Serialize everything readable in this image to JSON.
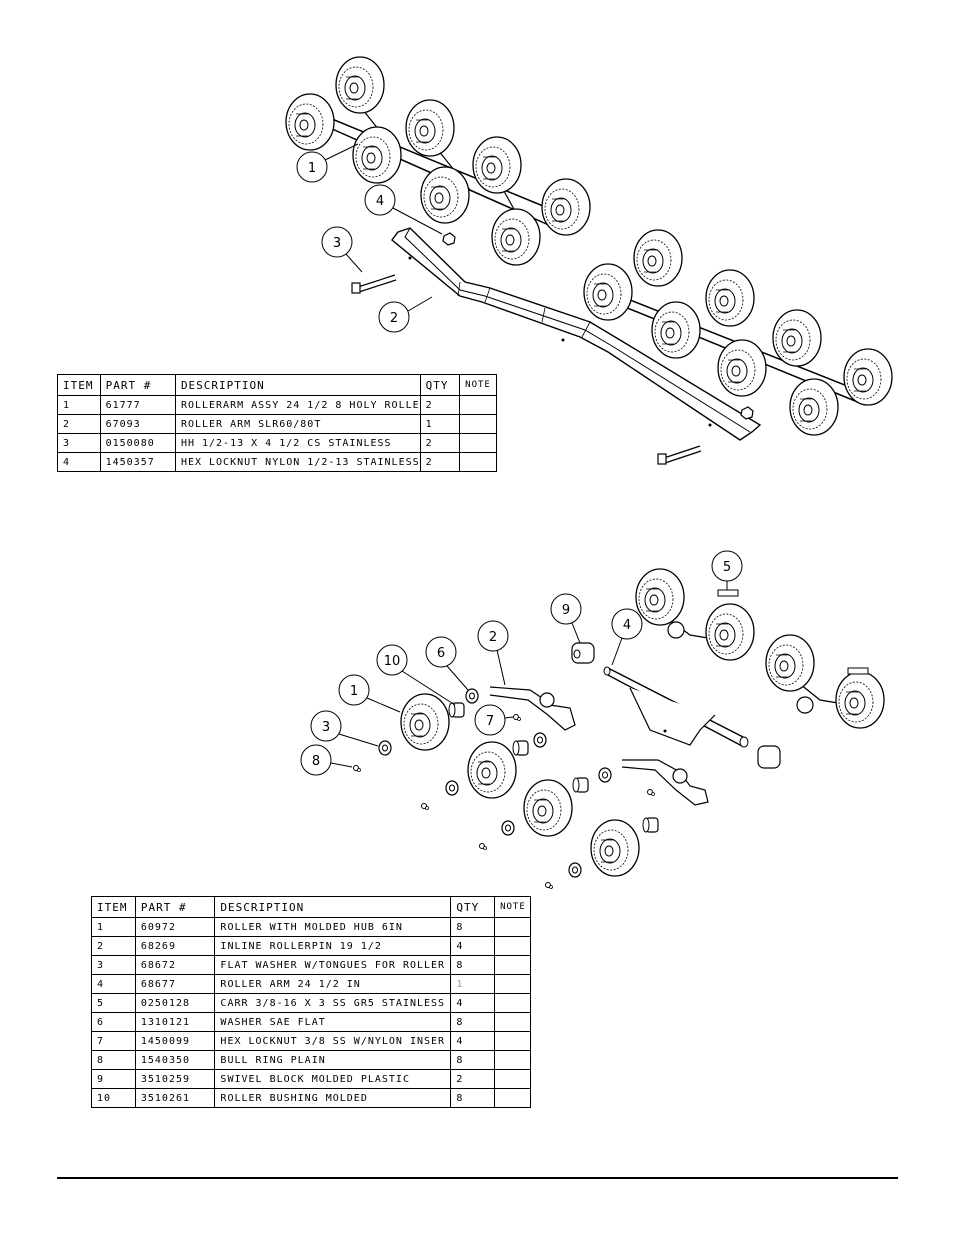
{
  "table1": {
    "headers": [
      "ITEM",
      "PART #",
      "DESCRIPTION",
      "QTY",
      "NOTE"
    ],
    "rows": [
      [
        "1",
        "61777",
        "ROLLERARM ASSY 24 1/2  8 HOLY ROLLE",
        "2",
        ""
      ],
      [
        "2",
        "67093",
        "ROLLER ARM SLR60/80T",
        "1",
        ""
      ],
      [
        "3",
        "0150080",
        "HH 1/2-13 X 4 1/2 CS STAINLESS",
        "2",
        ""
      ],
      [
        "4",
        "1450357",
        "HEX LOCKNUT NYLON 1/2-13 STAINLESS",
        "2",
        ""
      ]
    ]
  },
  "table2": {
    "headers": [
      "ITEM",
      "PART #",
      "DESCRIPTION",
      "QTY",
      "NOTE"
    ],
    "rows": [
      [
        "1",
        "60972",
        "ROLLER WITH MOLDED HUB  6IN",
        "8",
        ""
      ],
      [
        "2",
        "68269",
        "INLINE ROLLERPIN 19 1/2",
        "4",
        ""
      ],
      [
        "3",
        "68672",
        "FLAT WASHER W/TONGUES FOR ROLLER",
        "8",
        ""
      ],
      [
        "4",
        "68677",
        "ROLLER ARM   24 1/2 IN",
        "1",
        ""
      ],
      [
        "5",
        "0250128",
        "CARR 3/8-16 X 3 SS GR5 STAINLESS",
        "4",
        ""
      ],
      [
        "6",
        "1310121",
        "WASHER SAE FLAT",
        "8",
        ""
      ],
      [
        "7",
        "1450099",
        "HEX LOCKNUT 3/8 SS W/NYLON INSER",
        "4",
        ""
      ],
      [
        "8",
        "1540350",
        "BULL RING PLAIN",
        "8",
        ""
      ],
      [
        "9",
        "3510259",
        "SWIVEL BLOCK MOLDED PLASTIC",
        "2",
        ""
      ],
      [
        "10",
        "3510261",
        "ROLLER BUSHING MOLDED",
        "8",
        ""
      ]
    ]
  },
  "callouts_top": [
    "1",
    "2",
    "3",
    "4"
  ],
  "callouts_bottom": [
    "1",
    "2",
    "3",
    "4",
    "5",
    "6",
    "7",
    "8",
    "9",
    "10"
  ]
}
